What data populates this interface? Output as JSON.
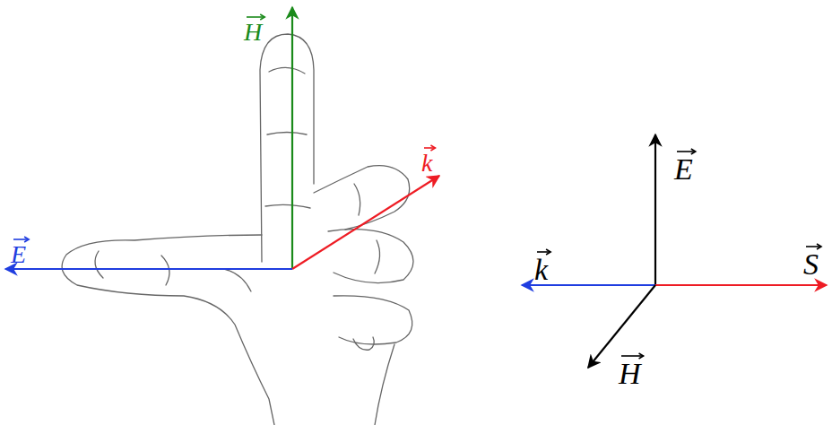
{
  "diagram": {
    "labels": [
      "H",
      "k",
      "E",
      "E",
      "k",
      "S",
      "H"
    ]
  }
}
